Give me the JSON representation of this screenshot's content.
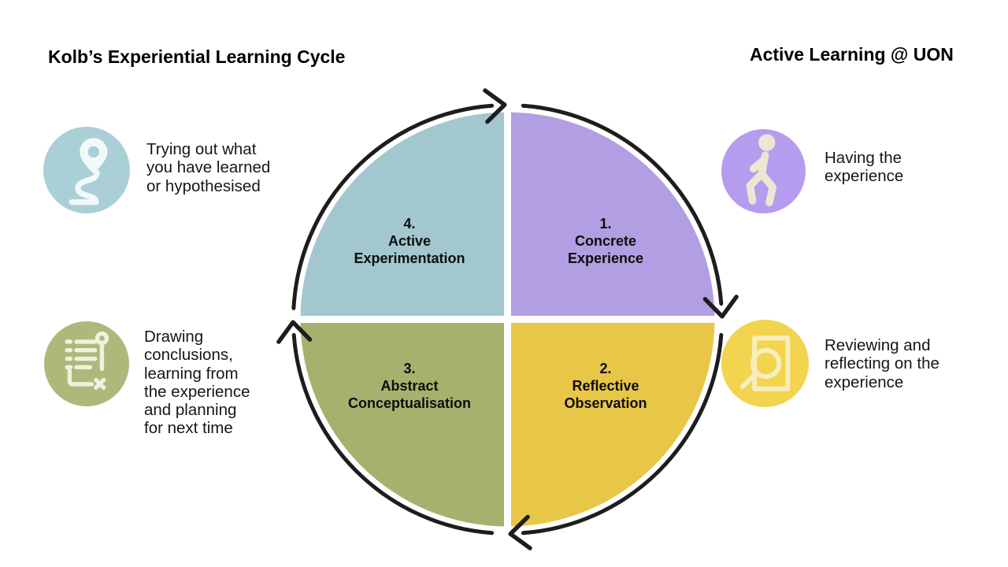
{
  "titles": {
    "left": "Kolb’s Experiential Learning Cycle",
    "right": "Active Learning @ UON"
  },
  "cycle": {
    "direction": "clockwise",
    "arrow_color": "#1d1d1d",
    "quadrants": [
      {
        "name": "Concrete Experience",
        "label": "1.\nConcrete\nExperience",
        "color": "#b29ee2",
        "position": "top-right"
      },
      {
        "name": "Reflective Observation",
        "label": "2.\nReflective\nObservation",
        "color": "#e8c648",
        "position": "bottom-right"
      },
      {
        "name": "Abstract Conceptualisation",
        "label": "3.\nAbstract\nConceptualisation",
        "color": "#a7b16e",
        "position": "bottom-left"
      },
      {
        "name": "Active Experimentation",
        "label": "4.\nActive\nExperimentation",
        "color": "#a2c7cf",
        "position": "top-left"
      }
    ]
  },
  "annotations": [
    {
      "id": "trying-out",
      "icon": "route-pin-icon",
      "text": "Trying out what\nyou have learned\nor hypothesised",
      "circle_color": "#aacfd7",
      "glyph_color": "#f2f9f9"
    },
    {
      "id": "having-experience",
      "icon": "walking-person-icon",
      "text": "Having the\nexperience",
      "circle_color": "#b69cee",
      "glyph_color": "#eee5d2"
    },
    {
      "id": "drawing-conclusions",
      "icon": "checklist-icon",
      "text": "Drawing\nconclusions,\nlearning from\nthe experience\nand planning\nfor next time",
      "circle_color": "#adb97b",
      "glyph_color": "#eef1dc"
    },
    {
      "id": "reviewing",
      "icon": "magnifier-document-icon",
      "text": "Reviewing and\nreflecting on the\nexperience",
      "circle_color": "#f2d44e",
      "glyph_color": "#f7edbd"
    }
  ]
}
